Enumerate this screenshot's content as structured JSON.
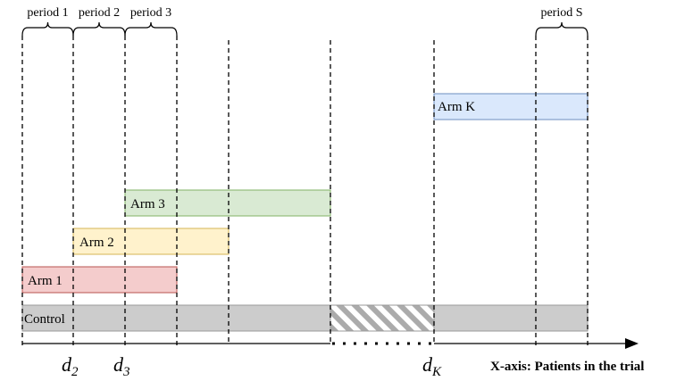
{
  "periods": {
    "p1": "period 1",
    "p2": "period 2",
    "p3": "period 3",
    "pS": "period S"
  },
  "arms": {
    "arm1": "Arm 1",
    "arm2": "Arm 2",
    "arm3": "Arm 3",
    "armK": "Arm K",
    "control": "Control"
  },
  "markers": {
    "d2_base": "d",
    "d2_sub": "2",
    "d3_base": "d",
    "d3_sub": "3",
    "dK_base": "d",
    "dK_sub": "K"
  },
  "axis": {
    "label": "X-axis: Patients in the trial"
  },
  "colors": {
    "arm1": "#f4cccc",
    "arm2": "#fff2cc",
    "arm3": "#d9ead3",
    "armK": "#dae8fc",
    "control": "#cccccc",
    "hatch": "#ababab"
  }
}
